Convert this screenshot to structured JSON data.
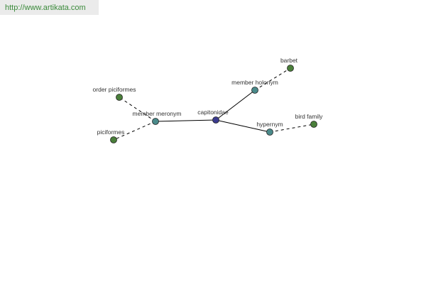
{
  "url": "http://www.artikata.com",
  "colors": {
    "center": "#3b3b8f",
    "relation": "#4a8a8a",
    "leaf": "#4a7f3a",
    "edge": "#000000",
    "url": "#3a8a3a",
    "banner": "#ebebeb"
  },
  "nodes": [
    {
      "id": "capitonidae",
      "label": "capitonidae",
      "kind": "center"
    },
    {
      "id": "member-holonym",
      "label": "member holonym",
      "kind": "relation"
    },
    {
      "id": "member-meronym",
      "label": "member meronym",
      "kind": "relation"
    },
    {
      "id": "hypernym",
      "label": "hypernym",
      "kind": "relation"
    },
    {
      "id": "barbet",
      "label": "barbet",
      "kind": "leaf"
    },
    {
      "id": "order-piciformes",
      "label": "order piciformes",
      "kind": "leaf"
    },
    {
      "id": "piciformes",
      "label": "piciformes",
      "kind": "leaf"
    },
    {
      "id": "bird-family",
      "label": "bird family",
      "kind": "leaf"
    }
  ],
  "edges": [
    {
      "from": "capitonidae",
      "to": "member-holonym",
      "style": "solid"
    },
    {
      "from": "capitonidae",
      "to": "member-meronym",
      "style": "solid"
    },
    {
      "from": "capitonidae",
      "to": "hypernym",
      "style": "solid"
    },
    {
      "from": "member-holonym",
      "to": "barbet",
      "style": "dashed"
    },
    {
      "from": "member-meronym",
      "to": "order-piciformes",
      "style": "dashed"
    },
    {
      "from": "member-meronym",
      "to": "piciformes",
      "style": "dashed"
    },
    {
      "from": "hypernym",
      "to": "bird-family",
      "style": "dashed"
    }
  ]
}
